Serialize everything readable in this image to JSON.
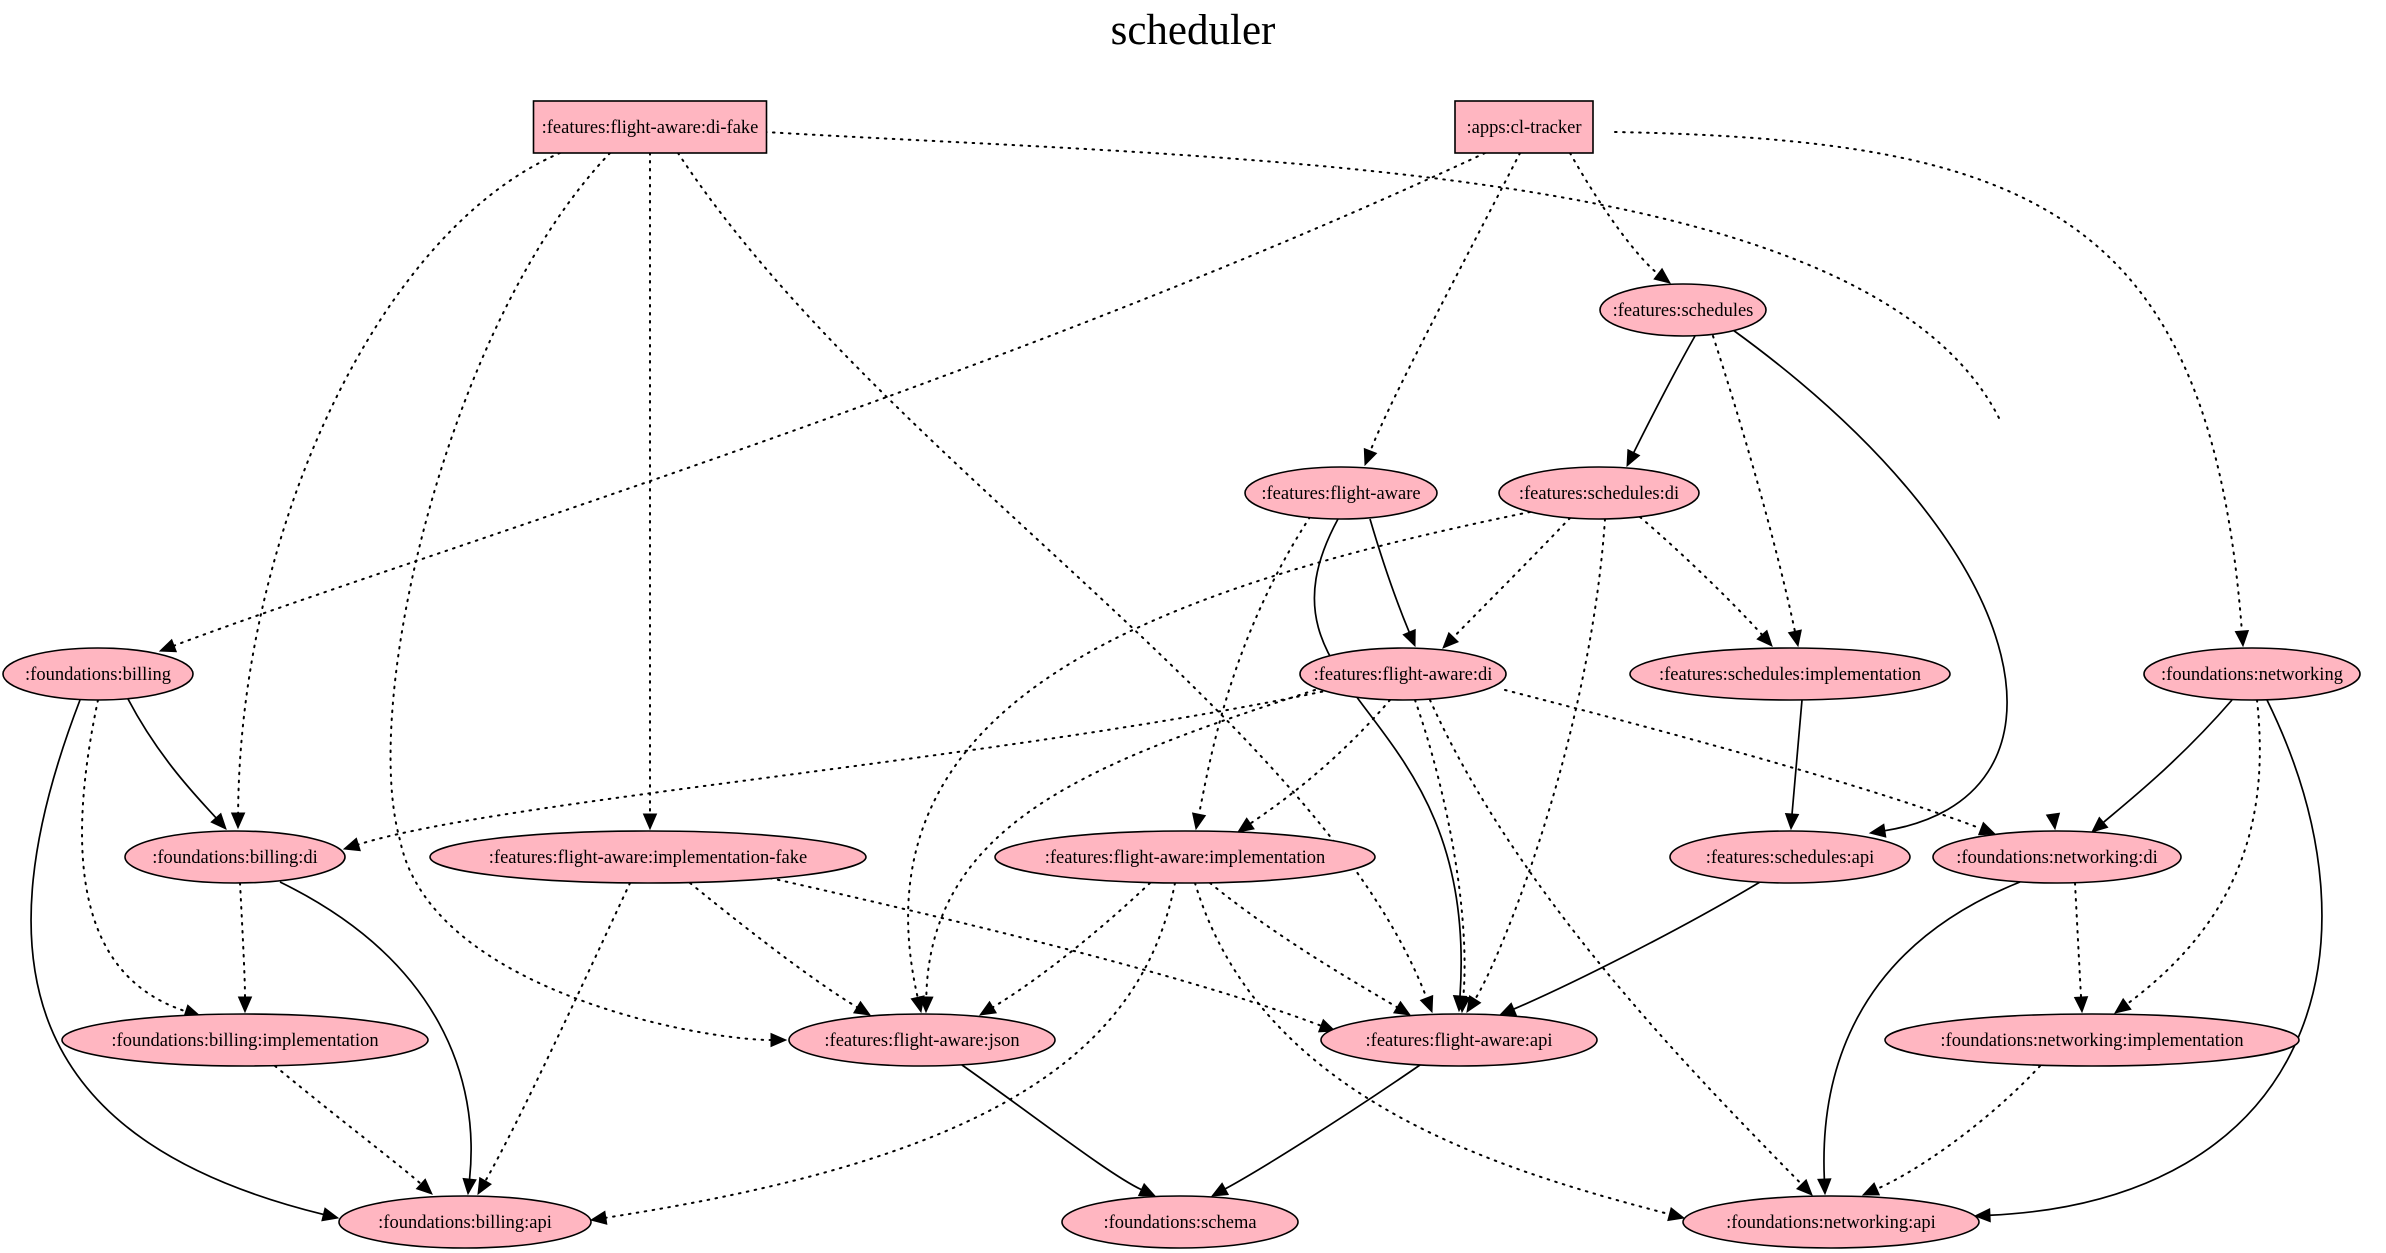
{
  "title": "scheduler",
  "colors": {
    "node_fill": "#ffb6c1",
    "line": "#000000",
    "background": "#ffffff"
  },
  "nodes": [
    {
      "id": "fad_fake",
      "label": ":features:flight-aware:di-fake",
      "shape": "box"
    },
    {
      "id": "cl_tracker",
      "label": ":apps:cl-tracker",
      "shape": "box"
    },
    {
      "id": "schedules",
      "label": ":features:schedules",
      "shape": "ellipse"
    },
    {
      "id": "flight_aware",
      "label": ":features:flight-aware",
      "shape": "ellipse"
    },
    {
      "id": "schedules_di",
      "label": ":features:schedules:di",
      "shape": "ellipse"
    },
    {
      "id": "billing",
      "label": ":foundations:billing",
      "shape": "ellipse"
    },
    {
      "id": "fa_di",
      "label": ":features:flight-aware:di",
      "shape": "ellipse"
    },
    {
      "id": "sched_impl",
      "label": ":features:schedules:implementation",
      "shape": "ellipse"
    },
    {
      "id": "networking",
      "label": ":foundations:networking",
      "shape": "ellipse"
    },
    {
      "id": "billing_di",
      "label": ":foundations:billing:di",
      "shape": "ellipse"
    },
    {
      "id": "fa_impl_fake",
      "label": ":features:flight-aware:implementation-fake",
      "shape": "ellipse"
    },
    {
      "id": "fa_impl",
      "label": ":features:flight-aware:implementation",
      "shape": "ellipse"
    },
    {
      "id": "sched_api",
      "label": ":features:schedules:api",
      "shape": "ellipse"
    },
    {
      "id": "net_di",
      "label": ":foundations:networking:di",
      "shape": "ellipse"
    },
    {
      "id": "billing_impl",
      "label": ":foundations:billing:implementation",
      "shape": "ellipse"
    },
    {
      "id": "fa_json",
      "label": ":features:flight-aware:json",
      "shape": "ellipse"
    },
    {
      "id": "fa_api",
      "label": ":features:flight-aware:api",
      "shape": "ellipse"
    },
    {
      "id": "net_impl",
      "label": ":foundations:networking:implementation",
      "shape": "ellipse"
    },
    {
      "id": "billing_api",
      "label": ":foundations:billing:api",
      "shape": "ellipse"
    },
    {
      "id": "schema",
      "label": ":foundations:schema",
      "shape": "ellipse"
    },
    {
      "id": "net_api",
      "label": ":foundations:networking:api",
      "shape": "ellipse"
    }
  ],
  "edges": [
    {
      "from": "fad_fake",
      "to": "billing_di",
      "style": "dotted"
    },
    {
      "from": "fad_fake",
      "to": "fa_json",
      "style": "dotted"
    },
    {
      "from": "fad_fake",
      "to": "fa_impl_fake",
      "style": "dotted"
    },
    {
      "from": "fad_fake",
      "to": "fa_api",
      "style": "dotted"
    },
    {
      "from": "fad_fake",
      "to": "net_di",
      "style": "dotted"
    },
    {
      "from": "cl_tracker",
      "to": "billing",
      "style": "dotted"
    },
    {
      "from": "cl_tracker",
      "to": "flight_aware",
      "style": "dotted"
    },
    {
      "from": "cl_tracker",
      "to": "schedules",
      "style": "dotted"
    },
    {
      "from": "cl_tracker",
      "to": "networking",
      "style": "dotted"
    },
    {
      "from": "schedules",
      "to": "schedules_di",
      "style": "solid"
    },
    {
      "from": "schedules",
      "to": "sched_impl",
      "style": "dotted"
    },
    {
      "from": "schedules",
      "to": "sched_api",
      "style": "solid"
    },
    {
      "from": "flight_aware",
      "to": "fa_di",
      "style": "solid"
    },
    {
      "from": "flight_aware",
      "to": "fa_api",
      "style": "solid"
    },
    {
      "from": "flight_aware",
      "to": "fa_impl",
      "style": "dotted"
    },
    {
      "from": "schedules_di",
      "to": "fa_di",
      "style": "dotted"
    },
    {
      "from": "schedules_di",
      "to": "sched_impl",
      "style": "dotted"
    },
    {
      "from": "schedules_di",
      "to": "fa_api",
      "style": "dotted"
    },
    {
      "from": "schedules_di",
      "to": "fa_json",
      "style": "dotted"
    },
    {
      "from": "billing",
      "to": "billing_di",
      "style": "solid"
    },
    {
      "from": "billing",
      "to": "billing_impl",
      "style": "dotted"
    },
    {
      "from": "billing",
      "to": "billing_api",
      "style": "solid"
    },
    {
      "from": "fa_di",
      "to": "billing_di",
      "style": "dotted"
    },
    {
      "from": "fa_di",
      "to": "fa_impl",
      "style": "dotted"
    },
    {
      "from": "fa_di",
      "to": "fa_json",
      "style": "dotted"
    },
    {
      "from": "fa_di",
      "to": "fa_api",
      "style": "dotted"
    },
    {
      "from": "fa_di",
      "to": "net_di",
      "style": "dotted"
    },
    {
      "from": "fa_di",
      "to": "net_api",
      "style": "dotted"
    },
    {
      "from": "sched_impl",
      "to": "sched_api",
      "style": "solid"
    },
    {
      "from": "networking",
      "to": "net_di",
      "style": "solid"
    },
    {
      "from": "networking",
      "to": "net_impl",
      "style": "dotted"
    },
    {
      "from": "networking",
      "to": "net_api",
      "style": "solid"
    },
    {
      "from": "billing_di",
      "to": "billing_impl",
      "style": "dotted"
    },
    {
      "from": "billing_di",
      "to": "billing_api",
      "style": "solid"
    },
    {
      "from": "fa_impl_fake",
      "to": "fa_json",
      "style": "dotted"
    },
    {
      "from": "fa_impl_fake",
      "to": "fa_api",
      "style": "dotted"
    },
    {
      "from": "fa_impl_fake",
      "to": "billing_api",
      "style": "dotted"
    },
    {
      "from": "fa_impl",
      "to": "fa_json",
      "style": "dotted"
    },
    {
      "from": "fa_impl",
      "to": "fa_api",
      "style": "dotted"
    },
    {
      "from": "fa_impl",
      "to": "billing_api",
      "style": "dotted"
    },
    {
      "from": "fa_impl",
      "to": "net_api",
      "style": "dotted"
    },
    {
      "from": "sched_api",
      "to": "fa_api",
      "style": "solid"
    },
    {
      "from": "net_di",
      "to": "net_impl",
      "style": "dotted"
    },
    {
      "from": "net_di",
      "to": "net_api",
      "style": "solid"
    },
    {
      "from": "billing_impl",
      "to": "billing_api",
      "style": "dotted"
    },
    {
      "from": "fa_json",
      "to": "schema",
      "style": "solid"
    },
    {
      "from": "fa_api",
      "to": "schema",
      "style": "solid"
    },
    {
      "from": "net_impl",
      "to": "net_api",
      "style": "dotted"
    }
  ]
}
